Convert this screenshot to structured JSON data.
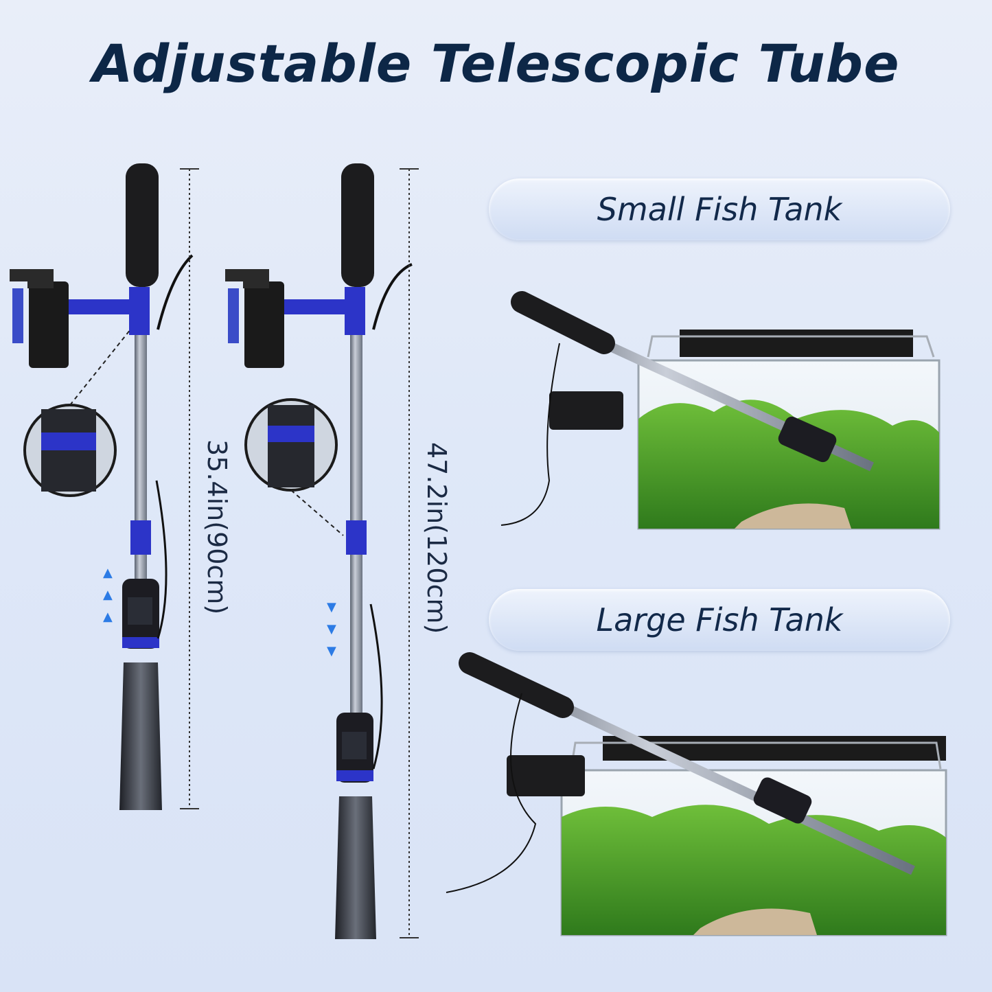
{
  "title": "Adjustable Telescopic Tube",
  "labels": {
    "small_tank": "Small Fish Tank",
    "large_tank": "Large Fish Tank"
  },
  "measurements": {
    "short": "35.4in(90cm)",
    "long": "47.2in(120cm)"
  },
  "colors": {
    "title": "#0d2747",
    "accent_blue": "#2c34c8",
    "handle": "#1c1c1e"
  }
}
